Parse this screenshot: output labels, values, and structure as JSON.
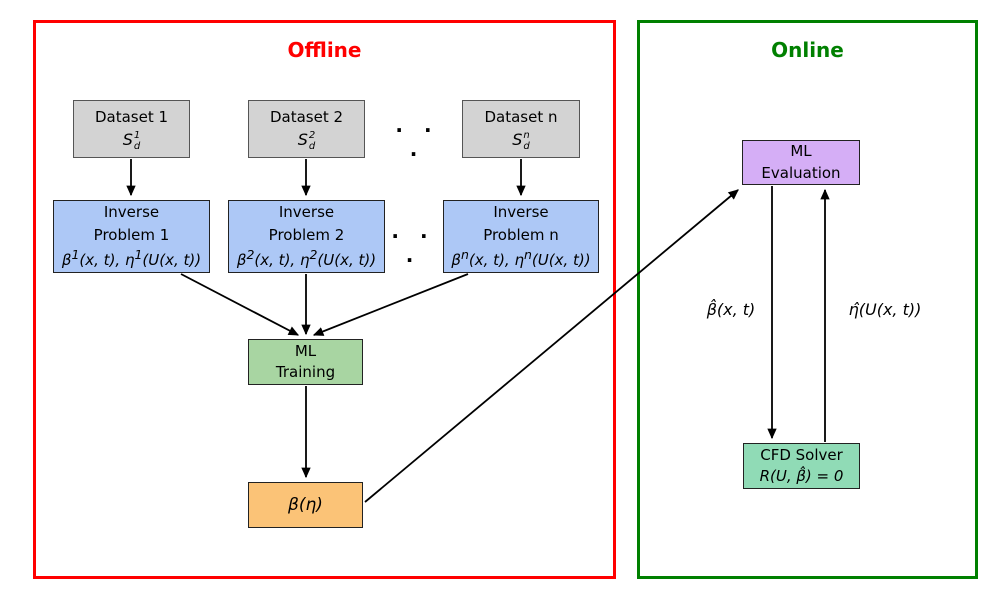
{
  "colors": {
    "offline_border": "#ff0000",
    "online_border": "#008000",
    "arrow": "#000000",
    "dataset_fill": "#d3d3d3",
    "inverse_fill": "#adc8f6",
    "training_fill": "#a8d5a2",
    "beta_fill": "#fbc377",
    "evaluation_fill": "#d5aef6",
    "cfd_fill": "#90dbb6"
  },
  "offline": {
    "title": "Offline",
    "dots": "· · ·",
    "datasets": [
      {
        "label": "Dataset 1",
        "symbol": {
          "base": "S",
          "sup": "1",
          "sub": "d"
        }
      },
      {
        "label": "Dataset 2",
        "symbol": {
          "base": "S",
          "sup": "2",
          "sub": "d"
        }
      },
      {
        "label": "Dataset n",
        "symbol": {
          "base": "S",
          "sup": "n",
          "sub": "d"
        }
      }
    ],
    "inverse_problems": [
      {
        "line1": "Inverse",
        "line2": "Problem 1",
        "math": {
          "m0": "β",
          "idx": "1",
          "m1": "(x, t), η",
          "m2": "(U(x, t))"
        }
      },
      {
        "line1": "Inverse",
        "line2": "Problem 2",
        "math": {
          "m0": "β",
          "idx": "2",
          "m1": "(x, t), η",
          "m2": "(U(x, t))"
        }
      },
      {
        "line1": "Inverse",
        "line2": "Problem n",
        "math": {
          "m0": "β",
          "idx": "n",
          "m1": "(x, t), η",
          "m2": "(U(x, t))"
        }
      }
    ],
    "ml_training": {
      "line1": "ML",
      "line2": "Training"
    },
    "beta_eta": "β(η)"
  },
  "online": {
    "title": "Online",
    "ml_evaluation": {
      "line1": "ML",
      "line2": "Evaluation"
    },
    "cfd_solver": {
      "line1": "CFD Solver",
      "math": "R(U, β̂) = 0"
    },
    "beta_label": "β̂(x, t)",
    "eta_label": "η̂(U(x, t))"
  }
}
